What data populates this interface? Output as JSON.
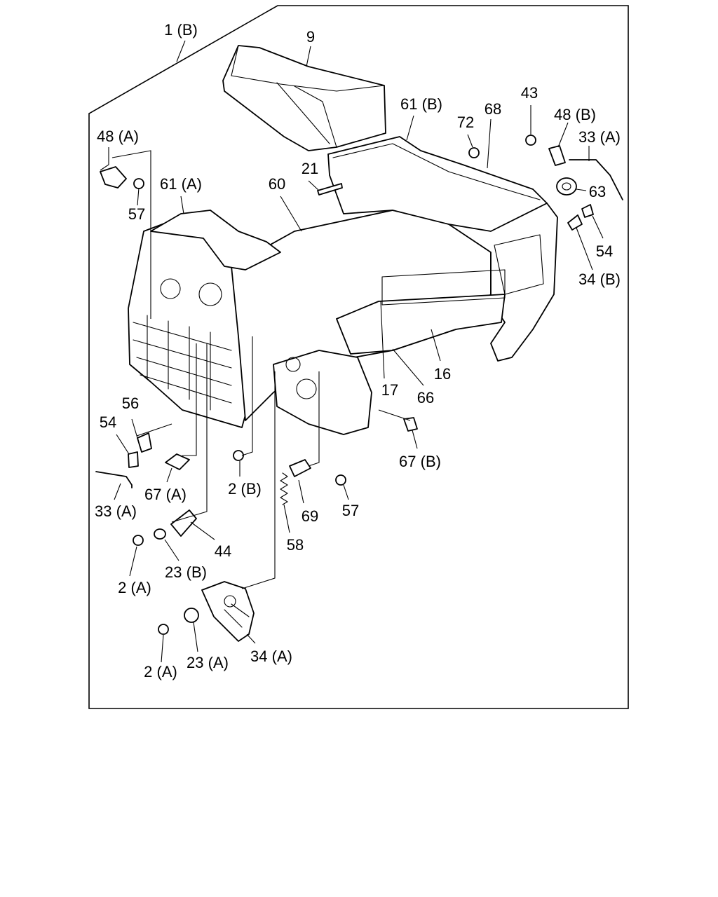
{
  "diagram": {
    "callouts": {
      "c_1b": "1 (B)",
      "c_9": "9",
      "c_61b": "61 (B)",
      "c_72": "72",
      "c_68": "68",
      "c_43": "43",
      "c_48b": "48 (B)",
      "c_33a_top": "33 (A)",
      "c_48a": "48 (A)",
      "c_21": "21",
      "c_57_top": "57",
      "c_61a": "61 (A)",
      "c_60": "60",
      "c_63": "63",
      "c_54_right": "54",
      "c_34b": "34 (B)",
      "c_16": "16",
      "c_17": "17",
      "c_66": "66",
      "c_56": "56",
      "c_54_left": "54",
      "c_67b": "67 (B)",
      "c_2b": "2 (B)",
      "c_67a": "67 (A)",
      "c_33a_bottom": "33 (A)",
      "c_69": "69",
      "c_57_mid": "57",
      "c_44": "44",
      "c_58": "58",
      "c_23b": "23 (B)",
      "c_2a_mid": "2 (A)",
      "c_34a": "34 (A)",
      "c_23a": "23 (A)",
      "c_2a_bottom": "2 (A)"
    }
  }
}
